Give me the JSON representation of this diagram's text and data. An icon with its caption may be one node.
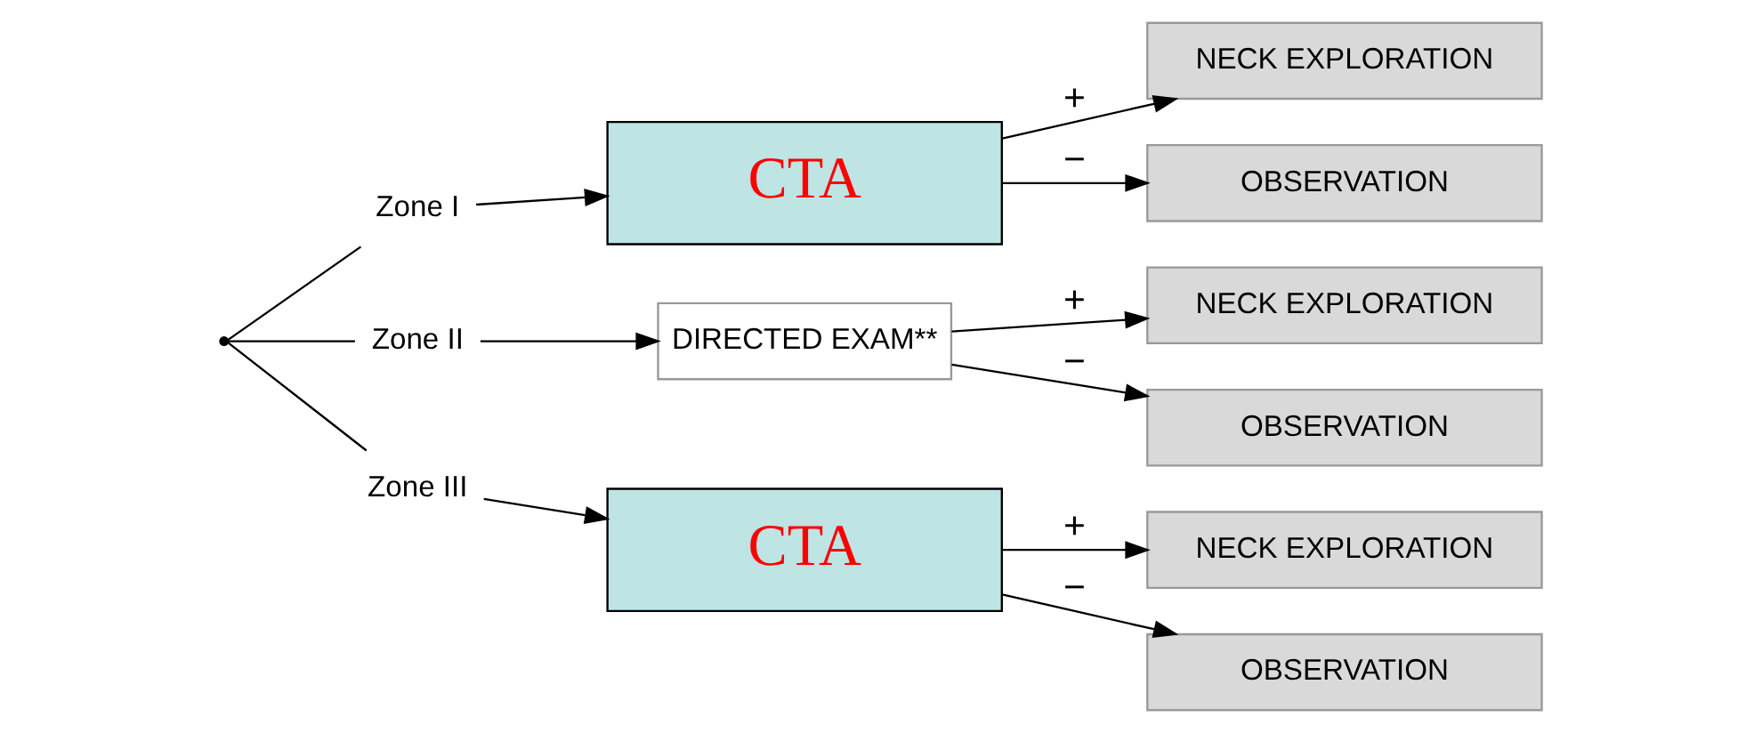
{
  "diagram": {
    "nodes": [
      {
        "text": [],
        "shape": "point"
      },
      {
        "text": [
          "Zone I"
        ]
      },
      {
        "text": [
          "CTA"
        ]
      },
      {
        "text": [
          "NECK EXPLORATION"
        ]
      },
      {
        "text": [
          "OBSERVATION"
        ]
      },
      {
        "text": [
          "Zone II"
        ]
      },
      {
        "text": [
          "DIRECTED EXAM**"
        ]
      },
      {
        "text": [
          "NECK EXPLORATION"
        ]
      },
      {
        "text": [
          "OBSERVATION"
        ]
      },
      {
        "text": [
          "Zone III"
        ]
      },
      {
        "text": [
          "CTA"
        ]
      },
      {
        "text": [
          "NECK EXPLORATION"
        ]
      },
      {
        "text": [
          "OBSERVATION"
        ]
      }
    ],
    "edges": [
      {
        "from": 0,
        "to": 1,
        "arrow": "none"
      },
      {
        "from": 0,
        "to": 5,
        "arrow": "none"
      },
      {
        "from": 0,
        "to": 9,
        "arrow": "none"
      },
      {
        "from": 1,
        "to": 2,
        "arrow": "to"
      },
      {
        "from": 2,
        "to": 3,
        "arrow": "to",
        "label": "+"
      },
      {
        "from": 2,
        "to": 4,
        "arrow": "to",
        "label": "−"
      },
      {
        "from": 5,
        "to": 6,
        "arrow": "to"
      },
      {
        "from": 6,
        "to": 7,
        "arrow": "to",
        "label": "+"
      },
      {
        "from": 6,
        "to": 8,
        "arrow": "to",
        "label": "−"
      },
      {
        "from": 9,
        "to": 10,
        "arrow": "to"
      },
      {
        "from": 10,
        "to": 11,
        "arrow": "to",
        "label": "+"
      },
      {
        "from": 10,
        "to": 12,
        "arrow": "to",
        "label": "−"
      }
    ]
  }
}
